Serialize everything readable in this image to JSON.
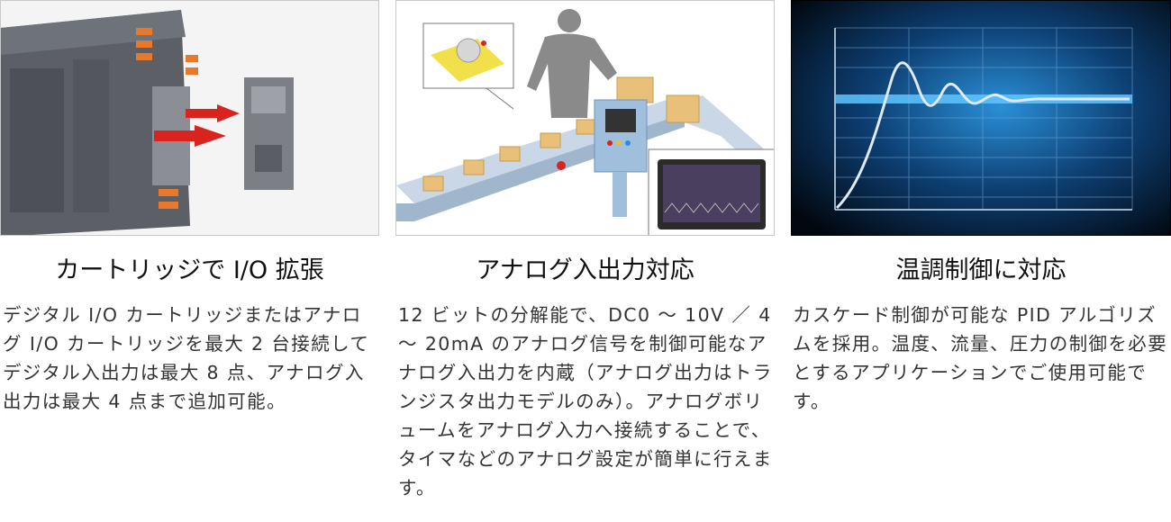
{
  "features": [
    {
      "title": "カートリッジで I/O 拡張",
      "description": "デジタル I/O カートリッジまたはアナログ I/O カートリッジを最大 2 台接続してデジタル入出力は最大 8 点、アナログ入出力は最大 4 点まで追加可能。",
      "image": "io-cartridge-photo"
    },
    {
      "title": "アナログ入出力対応",
      "description": "12 ビットの分解能で、DC0 〜 10V ／ 4 〜 20mA のアナログ信号を制御可能なアナログ入出力を内蔵（アナログ出力はトランジスタ出力モデルのみ）。アナログボリュームをアナログ入力へ接続することで、タイマなどのアナログ設定が簡単に行えます。",
      "image": "conveyor-illustration"
    },
    {
      "title": "温調制御に対応",
      "description": "カスケード制御が可能な PID アルゴリズムを採用。温度、流量、圧力の制御を必要とするアプリケーションでご使用可能です。",
      "image": "pid-response-graph"
    }
  ],
  "colors": {
    "accent_red": "#d9231e",
    "module_orange": "#e8782a",
    "graph_blue": "#1d8fd8"
  }
}
